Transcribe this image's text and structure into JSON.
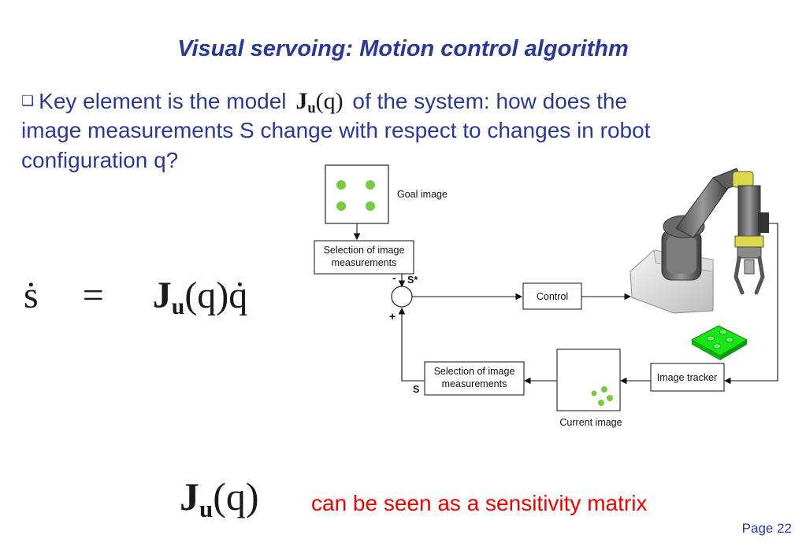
{
  "slide": {
    "title": "Visual servoing: Motion control algorithm",
    "page": "Page 22"
  },
  "bullet": {
    "marker": "❏",
    "line1_before": "Key element is the model",
    "line1_after": "of the system: how does the",
    "line2": "image measurements S change with respect to changes in robot",
    "line3": "configuration q?"
  },
  "math": {
    "J": "J",
    "u": "u",
    "paren_q": "(q)",
    "s_dot": "ṡ",
    "equals": "=",
    "q_dot": "q̇"
  },
  "sensitivity": "can be seen as a sensitivity matrix",
  "diagram": {
    "goal_image": "Goal image",
    "selection_line1": "Selection of image",
    "selection_line2": "measurements",
    "minus": "-",
    "plus": "+",
    "s_star": "S*",
    "s": "S",
    "control": "Control",
    "image_tracker": "Image tracker",
    "current_image": "Current image"
  },
  "colors": {
    "title": "#2b3990",
    "body_text": "#2b3990",
    "highlight": "#e60000",
    "feature_dot": "#7ac943",
    "target_block": "#19e619"
  }
}
